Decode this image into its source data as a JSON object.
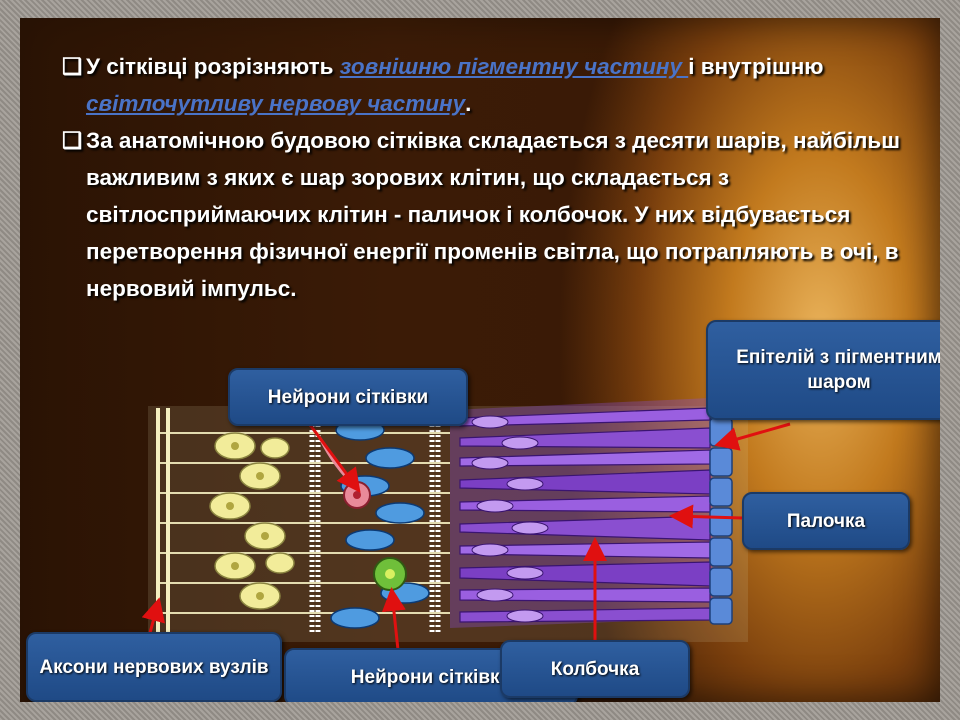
{
  "bullets": {
    "b1": {
      "mark": "❑",
      "prefix": "У сітківці розрізняють ",
      "link1": "зовнішню пігментну частину ",
      "mid": "і внутрішню ",
      "link2": "світлочутливу нервову частину",
      "suffix": "."
    },
    "b2": {
      "mark": "❑",
      "text": "За анатомічною будовою сітківка складається з десяти шарів, найбільш важливим з яких є шар зорових клітин, що складається з світлосприймаючих клітин - паличок і колбочок. У них відбувається перетворення фізичної енергії променів світла, що потрапляють в очі, в нервовий імпульс."
    }
  },
  "labels": {
    "neurons_top": "Нейрони сітківки",
    "epithelium": "Епітелій з пігментним шаром",
    "rod": "Палочка",
    "axons": "Аксони нервових вузлів",
    "neurons_bottom": "Нейрони сітківки",
    "cone": "Колбочка"
  },
  "colors": {
    "box": "#2f5fa0",
    "arrow": "#e01010",
    "cells_yellow": "#f2ec9a",
    "cells_blue": "#4f9be0",
    "cells_purple": "#8a4fd0"
  }
}
